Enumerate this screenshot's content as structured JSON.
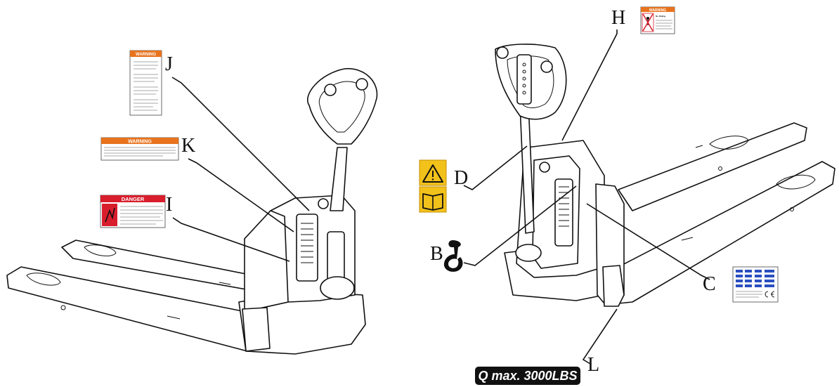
{
  "callouts": {
    "J": "J",
    "K": "K",
    "I": "I",
    "H": "H",
    "D": "D",
    "B": "B",
    "C": "C",
    "L": "L"
  },
  "labels": {
    "warning_small": "WARNING",
    "warning_wide": "WARNING",
    "danger": "DANGER",
    "warning_no_riding": "WARNING",
    "no_riding_text": "No Riding"
  },
  "capacity_plate": "Q max. 3000LBS",
  "colors": {
    "warning_orange": "#e8731c",
    "danger_red": "#d81e2c",
    "caution_yellow": "#f2c21b",
    "ink": "#111111",
    "plate_black": "#111111"
  },
  "icons": {
    "D_top": "warning-triangle-icon",
    "D_bottom": "manual-book-icon",
    "B": "lifting-hook-icon"
  }
}
